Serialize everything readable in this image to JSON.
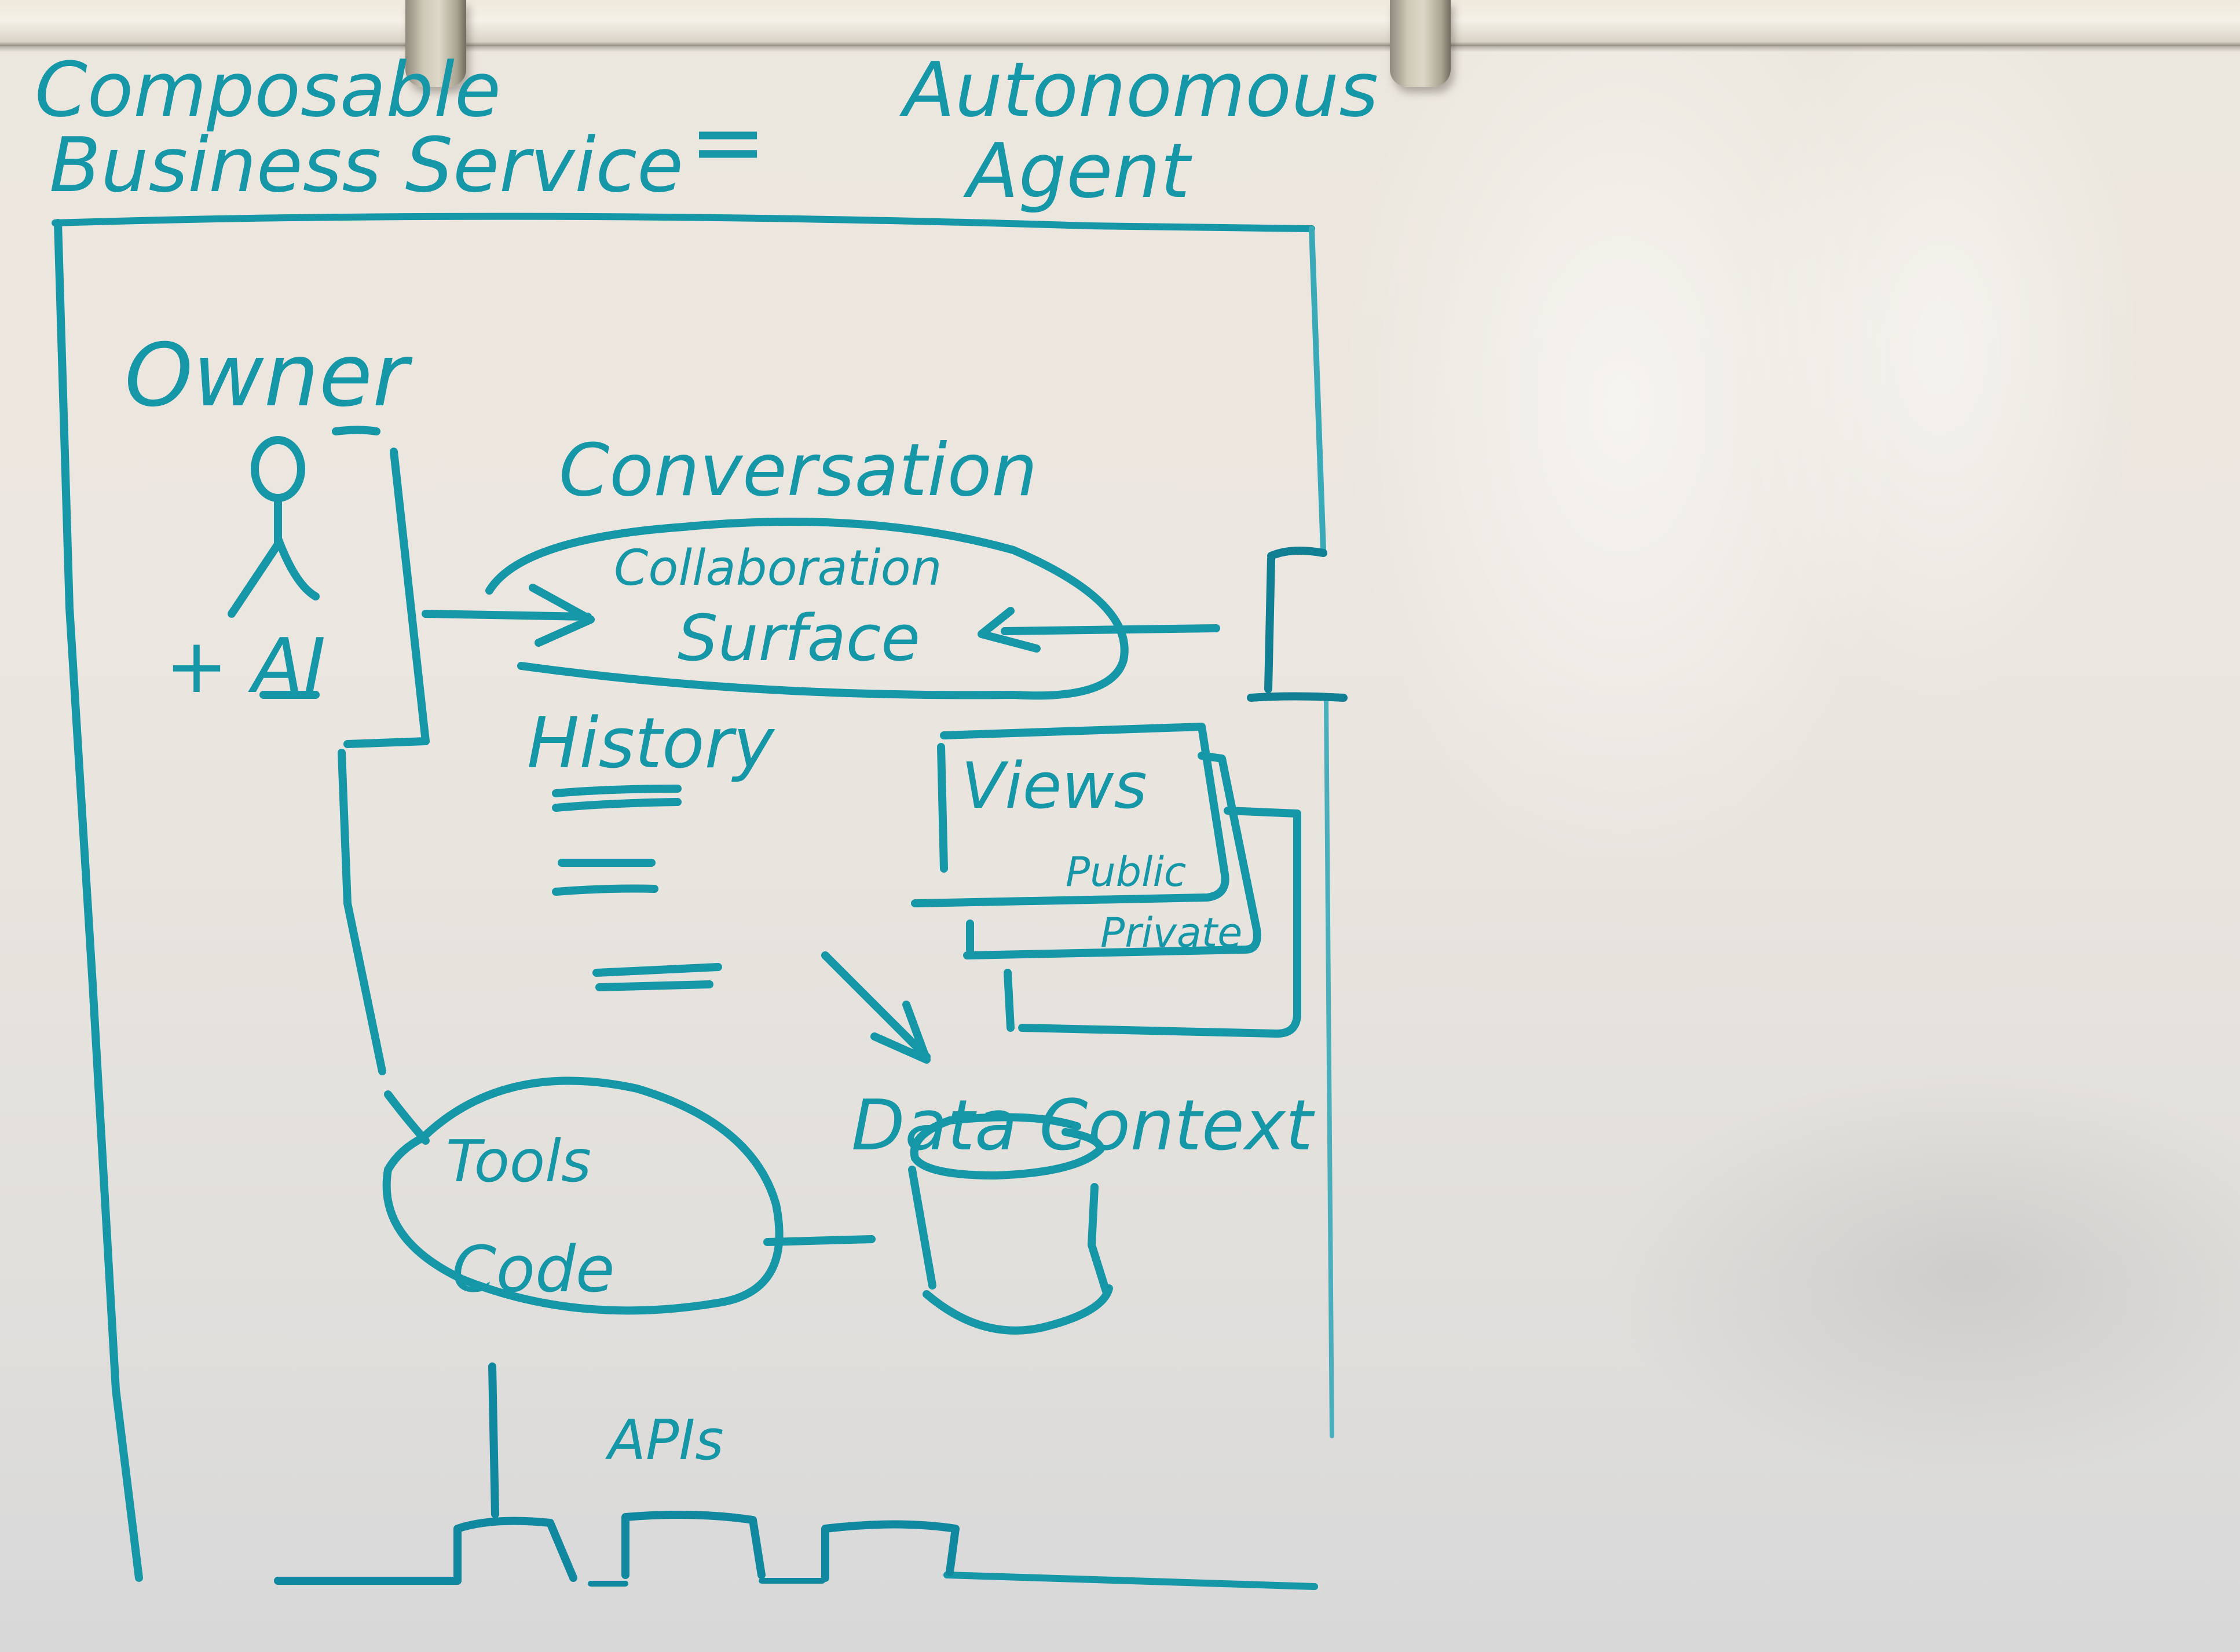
{
  "title": {
    "left_line1": "Composable",
    "left_line2": "Business Service",
    "equals": "=",
    "right_line1": "Autonomous",
    "right_line2": "Agent"
  },
  "owner": {
    "label": "Owner",
    "plus_ai": "+ AI"
  },
  "conversation": {
    "heading": "Conversation",
    "line1": "Collaboration",
    "line2": "Surface"
  },
  "history": {
    "label": "History"
  },
  "views": {
    "label": "Views",
    "public": "Public",
    "private": "Private"
  },
  "data_context": {
    "label": "Data Context"
  },
  "tools": {
    "line1": "Tools",
    "line2": "Code"
  },
  "apis": {
    "label": "APIs"
  },
  "colors": {
    "marker": "#1597a8",
    "marker_dark": "#0f7f92",
    "board": "#ebe6df",
    "rail": "#efe9dc"
  }
}
